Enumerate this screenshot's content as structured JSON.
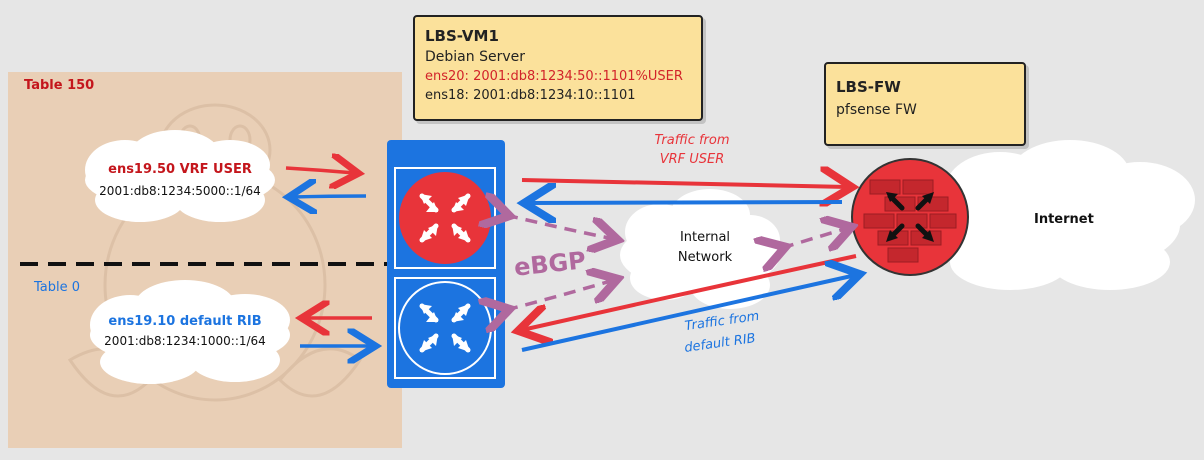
{
  "lbs_vm": {
    "title": "LBS-VM1",
    "subtitle": "Debian Server",
    "iface_vrf": "ens20: 2001:db8:1234:50::1101%USER",
    "iface_default": "ens18:   2001:db8:1234:10::1101"
  },
  "lbs_fw": {
    "title": "LBS-FW",
    "subtitle": "pfsense FW"
  },
  "table150": {
    "label": "Table 150",
    "cloud_title": "ens19.50 VRF USER",
    "cloud_addr": "2001:db8:1234:5000::1/64"
  },
  "table0": {
    "label": "Table 0",
    "cloud_title": "ens19.10 default RIB",
    "cloud_addr": "2001:db8:1234:1000::1/64"
  },
  "internal_network": {
    "line1": "Internal",
    "line2": "Network"
  },
  "internet": {
    "label": "Internet"
  },
  "ebgp": {
    "label": "eBGP"
  },
  "traffic_vrf": {
    "line1": "Traffic from",
    "line2": "VRF USER"
  },
  "traffic_default": {
    "line1": "Traffic from",
    "line2": "default RIB"
  },
  "colors": {
    "red": "#e8343a",
    "blue": "#1c74e0",
    "purple": "#b0699e",
    "note": "#fbe19b",
    "panel": "#e9cfb6"
  }
}
